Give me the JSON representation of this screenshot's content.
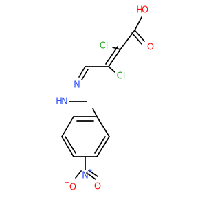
{
  "molecule": {
    "atoms": {
      "hydroxyl_oxygen": {
        "label": "O",
        "color": "#ff0d0d"
      },
      "hydroxyl_hydrogen": {
        "label": "H",
        "color": "#ff0d0d"
      },
      "carbonyl_oxygen": {
        "label": "O",
        "color": "#ff0d0d"
      },
      "chlorine_upper": {
        "label": "Cl",
        "color": "#1fa01f"
      },
      "chlorine_lower": {
        "label": "Cl",
        "color": "#1fa01f"
      },
      "nitrogen_imine": {
        "label": "N",
        "color": "#3050f8"
      },
      "nitrogen_amine": {
        "label": "N",
        "color": "#3050f8"
      },
      "amine_hydrogen": {
        "label": "H",
        "color": "#3050f8"
      },
      "nitro_nitrogen": {
        "label": "N",
        "color": "#3050f8"
      },
      "nitro_nitrogen_charge": {
        "label": "+",
        "color": "#3050f8"
      },
      "nitro_oxygen_left": {
        "label": "O",
        "color": "#ff0d0d"
      },
      "nitro_oxygen_left_charge": {
        "label": "−",
        "color": "#ff0d0d"
      },
      "nitro_oxygen_right": {
        "label": "O",
        "color": "#ff0d0d"
      }
    },
    "bond_color": "#000000"
  }
}
